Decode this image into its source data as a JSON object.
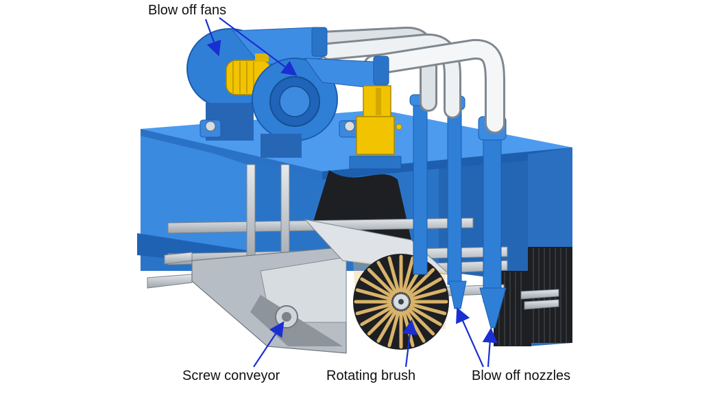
{
  "labels": {
    "blow_off_fans": "Blow off fans",
    "screw_conveyor": "Screw conveyor",
    "rotating_brush": "Rotating brush",
    "blow_off_nozzles": "Blow off nozzles"
  },
  "colors": {
    "machine_blue": "#2f7fd6",
    "machine_blue_dark": "#1b5cae",
    "motor_yellow": "#f2c300",
    "steel": "#c9ced3",
    "belt_black": "#1d1f22",
    "brush_tan": "#d9b36a",
    "arrow_blue": "#1a2fd1"
  }
}
